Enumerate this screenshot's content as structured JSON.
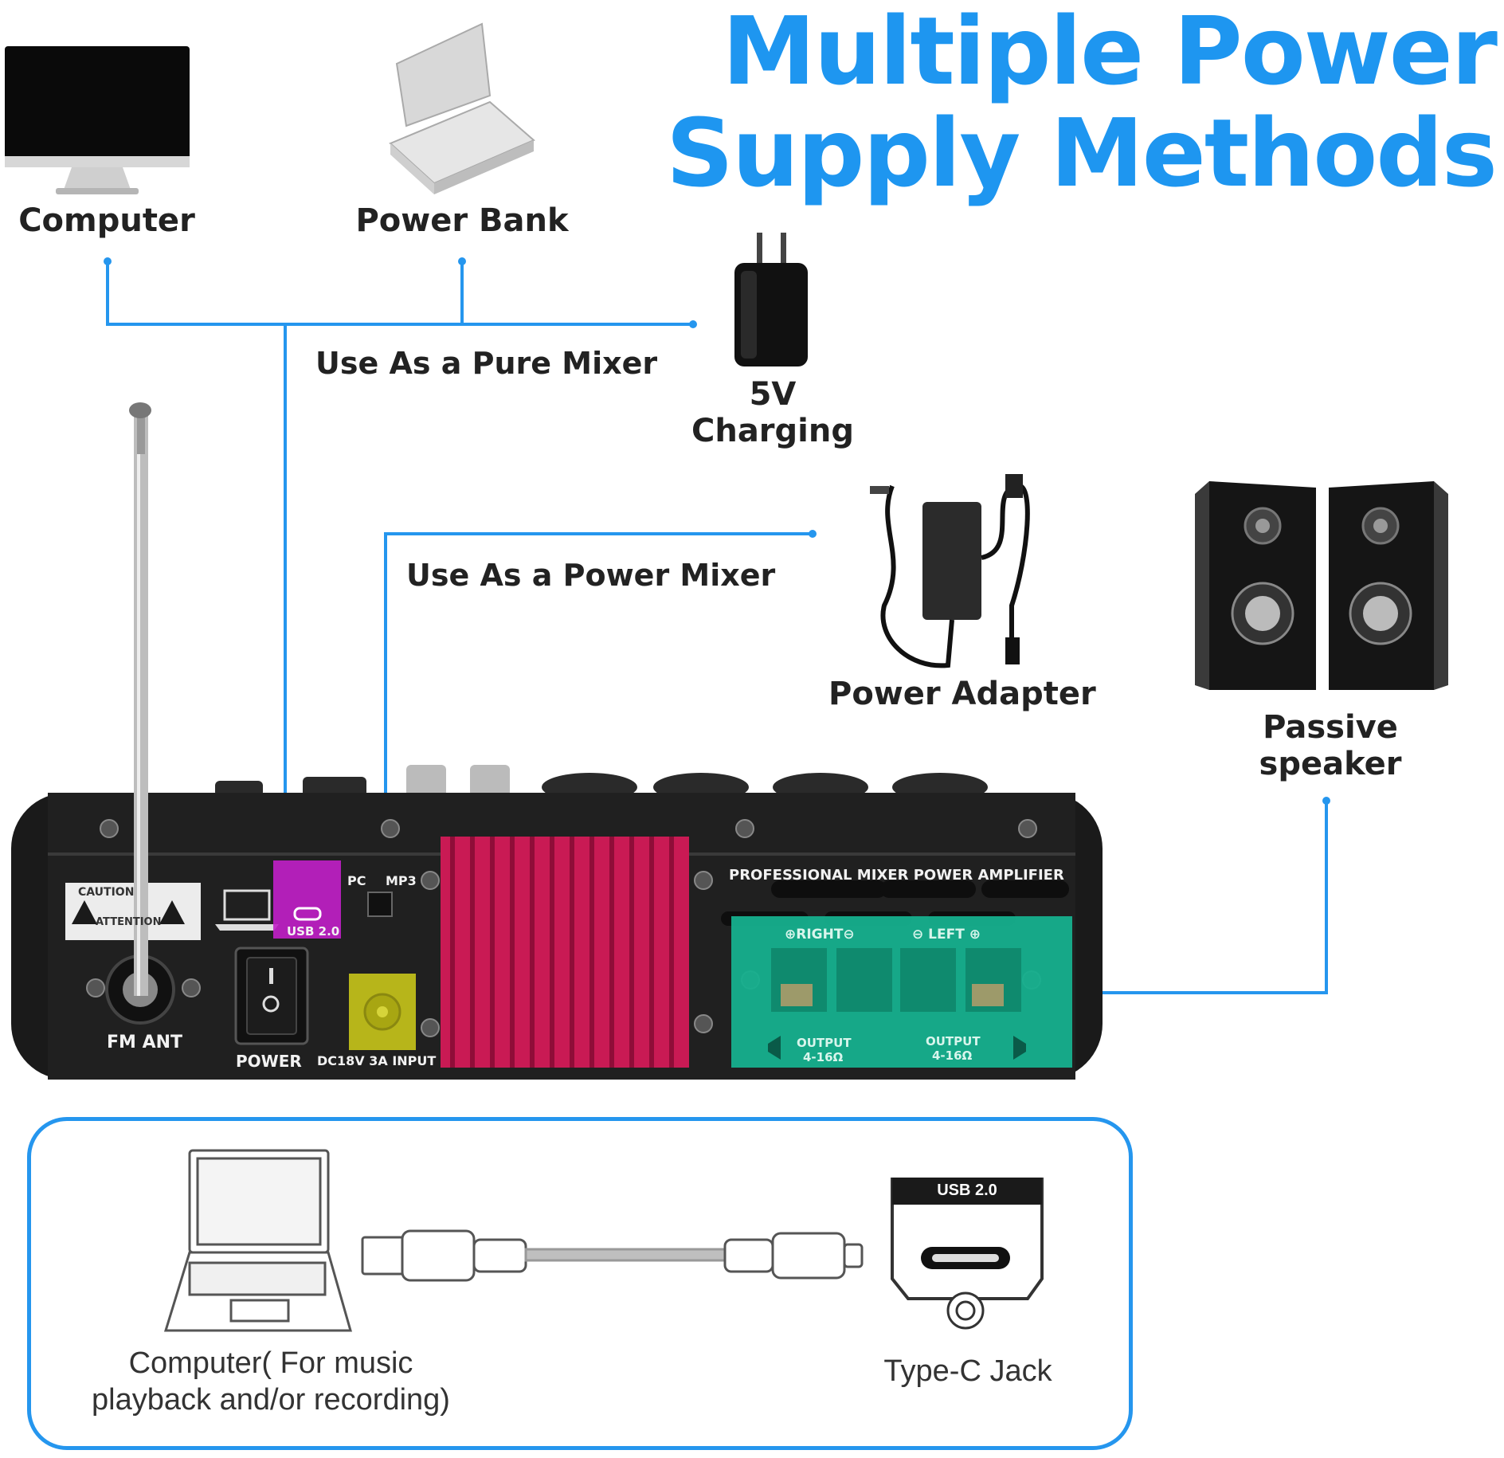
{
  "title": {
    "line1": "Multiple Power",
    "line2": "Supply Methods"
  },
  "sources": {
    "computer": "Computer",
    "power_bank": "Power Bank",
    "charger_line1": "5V",
    "charger_line2": "Charging",
    "power_adapter": "Power Adapter",
    "passive_speaker_line1": "Passive",
    "passive_speaker_line2": "speaker"
  },
  "modes": {
    "pure_mixer": "Use As a Pure Mixer",
    "power_mixer": "Use As a Power Mixer"
  },
  "panel": {
    "fm_ant": "FM ANT",
    "power": "POWER",
    "dc_input": "DC18V 3A INPUT",
    "usb": "USB 2.0",
    "pc": "PC",
    "mp3": "MP3",
    "brand_line": "PROFESSIONAL MIXER POWER AMPLIFIER",
    "right": "⊕RIGHT⊖",
    "left": "⊖ LEFT ⊕",
    "output_right": "OUTPUT",
    "output_right_ohm": "4-16Ω",
    "output_left": "OUTPUT",
    "output_left_ohm": "4-16Ω",
    "caution": "CAUTION",
    "attention": "ATTENTION"
  },
  "bottom": {
    "computer_line1": "Computer( For music",
    "computer_line2": "playback and/or recording)",
    "jack_label": "Type-C Jack",
    "jack_header": "USB 2.0"
  },
  "colors": {
    "accent_blue": "#1e96f0",
    "usb_highlight": "#c21fc9",
    "dc_highlight": "#c4c21a",
    "speaker_highlight": "#16b08e",
    "heatsink": "#c91a54"
  }
}
